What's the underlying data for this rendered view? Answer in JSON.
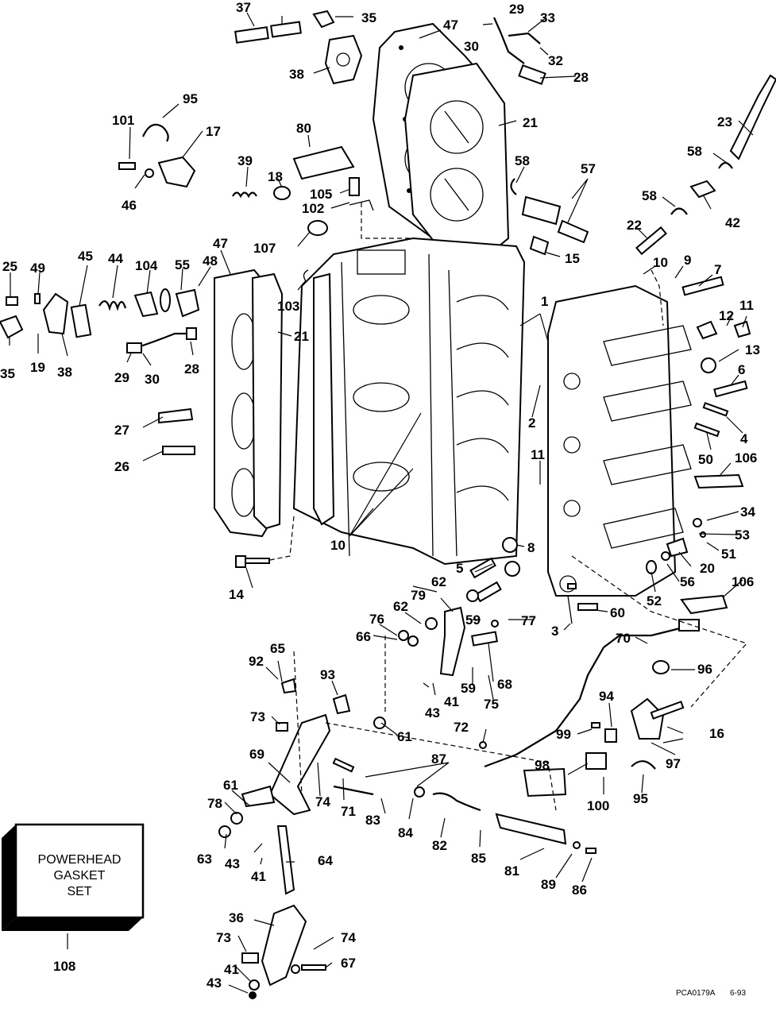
{
  "callouts": [
    {
      "id": "c37",
      "text": "37"
    },
    {
      "id": "c35a",
      "text": "35"
    },
    {
      "id": "c47a",
      "text": "47"
    },
    {
      "id": "c29a",
      "text": "29"
    },
    {
      "id": "c33",
      "text": "33"
    },
    {
      "id": "c30a",
      "text": "30"
    },
    {
      "id": "c32",
      "text": "32"
    },
    {
      "id": "c38a",
      "text": "38"
    },
    {
      "id": "c28a",
      "text": "28"
    },
    {
      "id": "c95a",
      "text": "95"
    },
    {
      "id": "c21a",
      "text": "21"
    },
    {
      "id": "c101",
      "text": "101"
    },
    {
      "id": "c17",
      "text": "17"
    },
    {
      "id": "c80",
      "text": "80"
    },
    {
      "id": "c23",
      "text": "23"
    },
    {
      "id": "c39",
      "text": "39"
    },
    {
      "id": "c18",
      "text": "18"
    },
    {
      "id": "c58a",
      "text": "58"
    },
    {
      "id": "c57",
      "text": "57"
    },
    {
      "id": "c58b",
      "text": "58"
    },
    {
      "id": "c46",
      "text": "46"
    },
    {
      "id": "c105",
      "text": "105"
    },
    {
      "id": "c102",
      "text": "102"
    },
    {
      "id": "c58c",
      "text": "58"
    },
    {
      "id": "c42",
      "text": "42"
    },
    {
      "id": "c22",
      "text": "22"
    },
    {
      "id": "c107",
      "text": "107"
    },
    {
      "id": "c15",
      "text": "15"
    },
    {
      "id": "c25",
      "text": "25"
    },
    {
      "id": "c49",
      "text": "49"
    },
    {
      "id": "c45",
      "text": "45"
    },
    {
      "id": "c44",
      "text": "44"
    },
    {
      "id": "c104",
      "text": "104"
    },
    {
      "id": "c55",
      "text": "55"
    },
    {
      "id": "c48",
      "text": "48"
    },
    {
      "id": "c47b",
      "text": "47"
    },
    {
      "id": "c10a",
      "text": "10"
    },
    {
      "id": "c9",
      "text": "9"
    },
    {
      "id": "c7",
      "text": "7"
    },
    {
      "id": "c103",
      "text": "103"
    },
    {
      "id": "c21b",
      "text": "21"
    },
    {
      "id": "c1",
      "text": "1"
    },
    {
      "id": "c12",
      "text": "12"
    },
    {
      "id": "c11a",
      "text": "11"
    },
    {
      "id": "c13",
      "text": "13"
    },
    {
      "id": "c35b",
      "text": "35"
    },
    {
      "id": "c19",
      "text": "19"
    },
    {
      "id": "c38b",
      "text": "38"
    },
    {
      "id": "c29b",
      "text": "29"
    },
    {
      "id": "c30b",
      "text": "30"
    },
    {
      "id": "c28b",
      "text": "28"
    },
    {
      "id": "c6",
      "text": "6"
    },
    {
      "id": "c27",
      "text": "27"
    },
    {
      "id": "c2",
      "text": "2"
    },
    {
      "id": "c4",
      "text": "4"
    },
    {
      "id": "c26",
      "text": "26"
    },
    {
      "id": "c11b",
      "text": "11"
    },
    {
      "id": "c50",
      "text": "50"
    },
    {
      "id": "c106a",
      "text": "106"
    },
    {
      "id": "c34",
      "text": "34"
    },
    {
      "id": "c53",
      "text": "53"
    },
    {
      "id": "c10b",
      "text": "10"
    },
    {
      "id": "c8",
      "text": "8"
    },
    {
      "id": "c51",
      "text": "51"
    },
    {
      "id": "c5",
      "text": "5"
    },
    {
      "id": "c20",
      "text": "20"
    },
    {
      "id": "c14",
      "text": "14"
    },
    {
      "id": "c62a",
      "text": "62"
    },
    {
      "id": "c56",
      "text": "56"
    },
    {
      "id": "c106b",
      "text": "106"
    },
    {
      "id": "c79",
      "text": "79"
    },
    {
      "id": "c52",
      "text": "52"
    },
    {
      "id": "c62b",
      "text": "62"
    },
    {
      "id": "c60",
      "text": "60"
    },
    {
      "id": "c76",
      "text": "76"
    },
    {
      "id": "c59a",
      "text": "59"
    },
    {
      "id": "c77",
      "text": "77"
    },
    {
      "id": "c3",
      "text": "3"
    },
    {
      "id": "c66",
      "text": "66"
    },
    {
      "id": "c70",
      "text": "70"
    },
    {
      "id": "c65",
      "text": "65"
    },
    {
      "id": "c92",
      "text": "92"
    },
    {
      "id": "c96",
      "text": "96"
    },
    {
      "id": "c93",
      "text": "93"
    },
    {
      "id": "c59b",
      "text": "59"
    },
    {
      "id": "c68",
      "text": "68"
    },
    {
      "id": "c41a",
      "text": "41"
    },
    {
      "id": "c43a",
      "text": "43"
    },
    {
      "id": "c75",
      "text": "75"
    },
    {
      "id": "c94",
      "text": "94"
    },
    {
      "id": "c73a",
      "text": "73"
    },
    {
      "id": "c61a",
      "text": "61"
    },
    {
      "id": "c72",
      "text": "72"
    },
    {
      "id": "c99",
      "text": "99"
    },
    {
      "id": "c16",
      "text": "16"
    },
    {
      "id": "c69",
      "text": "69"
    },
    {
      "id": "c87",
      "text": "87"
    },
    {
      "id": "c97",
      "text": "97"
    },
    {
      "id": "c98",
      "text": "98"
    },
    {
      "id": "c61b",
      "text": "61"
    },
    {
      "id": "c74a",
      "text": "74"
    },
    {
      "id": "c71",
      "text": "71"
    },
    {
      "id": "c95b",
      "text": "95"
    },
    {
      "id": "c100",
      "text": "100"
    },
    {
      "id": "c78",
      "text": "78"
    },
    {
      "id": "c83",
      "text": "83"
    },
    {
      "id": "c84",
      "text": "84"
    },
    {
      "id": "c82",
      "text": "82"
    },
    {
      "id": "c85",
      "text": "85"
    },
    {
      "id": "c81",
      "text": "81"
    },
    {
      "id": "c63",
      "text": "63"
    },
    {
      "id": "c43b",
      "text": "43"
    },
    {
      "id": "c64",
      "text": "64"
    },
    {
      "id": "c89",
      "text": "89"
    },
    {
      "id": "c41b",
      "text": "41"
    },
    {
      "id": "c86",
      "text": "86"
    },
    {
      "id": "c36",
      "text": "36"
    },
    {
      "id": "c73b",
      "text": "73"
    },
    {
      "id": "c74b",
      "text": "74"
    },
    {
      "id": "c108",
      "text": "108"
    },
    {
      "id": "c67",
      "text": "67"
    },
    {
      "id": "c41c",
      "text": "41"
    },
    {
      "id": "c43c",
      "text": "43"
    }
  ],
  "gasket_box": {
    "line1": "POWERHEAD",
    "line2": "GASKET",
    "line3": "SET"
  },
  "footer": {
    "code": "PCA0179A",
    "date": "6-93"
  }
}
